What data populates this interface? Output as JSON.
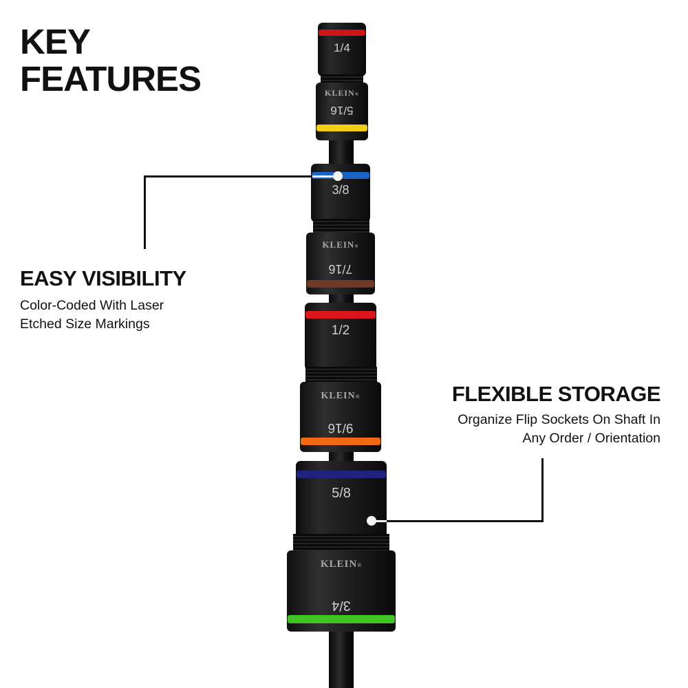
{
  "header": {
    "title_line1": "KEY",
    "title_line2": "FEATURES"
  },
  "features": [
    {
      "title": "EASY VISIBILITY",
      "desc_line1": "Color-Coded With Laser",
      "desc_line2": "Etched Size Markings"
    },
    {
      "title": "FLEXIBLE STORAGE",
      "desc_line1": "Organize Flip Sockets On Shaft In",
      "desc_line2": "Any Order / Orientation"
    }
  ],
  "product": {
    "brand": "KLEIN",
    "brand_mark": "®",
    "sockets": [
      {
        "top_size": "1/4",
        "top_color": "#d0141b",
        "bottom_size": "5/16",
        "bottom_color": "#f2cf12"
      },
      {
        "top_size": "3/8",
        "top_color": "#1b63c7",
        "bottom_size": "7/16",
        "bottom_color": "#6e3a26"
      },
      {
        "top_size": "1/2",
        "top_color": "#d9161c",
        "bottom_size": "9/16",
        "bottom_color": "#ef6a12"
      },
      {
        "top_size": "5/8",
        "top_color": "#1d237f",
        "bottom_size": "3/4",
        "bottom_color": "#3fc423"
      }
    ]
  }
}
